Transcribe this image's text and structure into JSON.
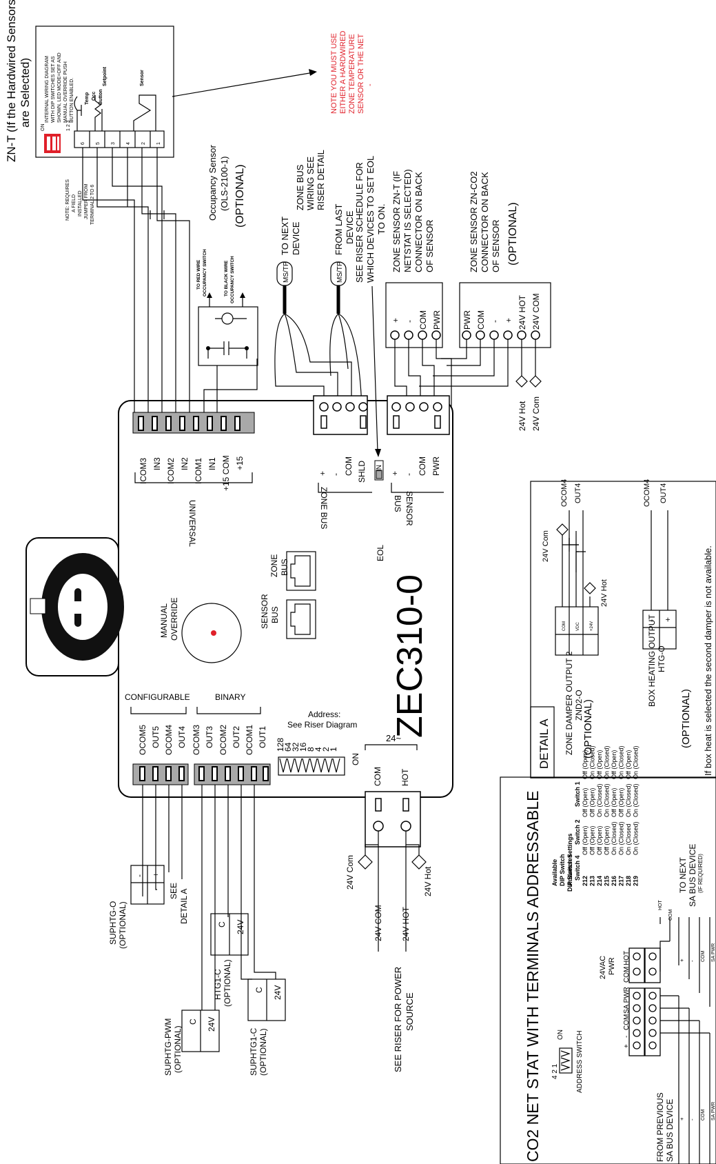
{
  "colors": {
    "note_red": "#e0202a",
    "terminal_gray": "#a9a9a9",
    "dip_red": "#e0202a"
  },
  "texts": {
    "znt_title": "ZN-T (If the Hardwired Sensors",
    "znt_title2": "are Selected)",
    "znt_int1": "INTERNAL WIRING DIAGRAM",
    "znt_int2": "WITH DIP SWITCHES SET AS",
    "znt_int3": "SHOWN, LED MODE=OFF AND",
    "znt_int4": "MANUAL OVERRIDE PUSH",
    "znt_int5": "BUTTON ENABLED.",
    "temp_occ": "Temp",
    "temp_occ2": "Occ",
    "button": "Button",
    "setpoint": "Setpoint",
    "sensor": "Sensor",
    "dip_on": "ON",
    "dip_nums": "1 2 3",
    "znt_terms": [
      "6",
      "5",
      "3",
      "4",
      "2",
      "1"
    ],
    "jumper1": "NOTE: REQUIRES",
    "jumper2": "A FIELD",
    "jumper3": "INSTALLED",
    "jumper4": "JUMPER FROM",
    "jumper5": "TERMINAL 2 TO 6",
    "note1": "NOTE YOU MUST USE",
    "note2": "EITHER A HARDWIRED",
    "note3": "ZONE TEMPERATURE",
    "note4": "SENSOR OR THE NET",
    "note5": "-",
    "occ1": "Occupancy Sensor",
    "occ2": "(OLS-2100-1)",
    "occ3": "(OPTIONAL)",
    "red_wire": "TO RED WIRE",
    "red_wire2": "OCCUPANCY SWITCH",
    "black_wire": "TO BLACK WIRE",
    "black_wire2": "OCCUPANCY SWITCH",
    "mstp": "MS/TP",
    "to_next": "TO NEXT",
    "device": "DEVICE",
    "from_last": "FROM LAST",
    "zonebus1": "ZONE BUS",
    "zonebus2": "WIRING SEE",
    "zonebus3": "RISER DETAIL",
    "eol1": "SEE RISER SCHEDULE FOR",
    "eol2": "WHICH DEVICES TO SET EOL",
    "eol3": "TO ON.",
    "zs1": "ZONE SENSOR ZN-T (IF",
    "zs2": "NETSTAT IS SELECTED)",
    "zs3": "CONNECTOR ON BACK",
    "zs4": "OF SENSOR",
    "zc1": "ZONE SENSOR ZN-CO2",
    "zc2": "CONNECTOR ON BACK",
    "zc3": "OF SENSOR",
    "zc4": "(OPTIONAL)",
    "zs_terms": [
      "+",
      "-",
      "COM",
      "PWR"
    ],
    "zc_terms": [
      "PWR",
      "COM",
      "-",
      "+",
      "24V HOT",
      "24V COM"
    ],
    "v24hot": "24V Hot",
    "v24com": "24V Com",
    "universal": "UNIVERSAL",
    "univ_terms": [
      "ICOM3",
      "IN3",
      "ICOM2",
      "IN2",
      "ICOM1",
      "IN1",
      "+15 COM",
      "+15"
    ],
    "zonebus_terms": [
      "+",
      "-",
      "COM",
      "SHLD",
      "IN"
    ],
    "zone_bus_label": "ZONE BUS",
    "sensor_terms": [
      "+",
      "-",
      "COM",
      "PWR"
    ],
    "sensor_bus_label": "SENSOR",
    "sensor_bus_label2": "BUS",
    "eol": "EOL",
    "zonebus_jack": "ZONE",
    "zonebus_jack2": "BUS",
    "sensorbus_jack": "SENSOR",
    "sensorbus_jack2": "BUS",
    "manual": "MANUAL",
    "override": "OVERRIDE",
    "model": "ZEC310-0",
    "configurable": "CONFIGURABLE",
    "binary": "BINARY",
    "out_terms": [
      "OCOM5",
      "OUT5",
      "OCOM4",
      "OUT4",
      "OCOM3",
      "OUT3",
      "OCOM2",
      "OUT2",
      "OCOM1",
      "OUT1"
    ],
    "address": "Address:",
    "address2": "See Riser Diagram",
    "addr_vals": [
      "128",
      "64",
      "32",
      "16",
      "8",
      "4",
      "2",
      "1"
    ],
    "addr_on": "ON",
    "v24": "24~",
    "pwr_com": "COM",
    "pwr_hot": "HOT",
    "v24com_label": "24V COM",
    "v24hot_label": "24V HOT",
    "see_riser": "SEE RISER FOR POWER",
    "source": "SOURCE",
    "suphtg_o": "SUPHTG-O",
    "suphtg_o2": "(OPTIONAL)",
    "see_detail": "SEE",
    "see_detail2": "DETAIL A",
    "suphtg_pwm": "SUPHTG-PWM",
    "suphtg_pwm2": "(OPTIONAL)",
    "htg1c": "HTG1-C",
    "htg1c2": "(OPTIONAL)",
    "suphtg1c": "SUPHTG1-C",
    "suphtg1c2": "(OPTIONAL)",
    "c": "C",
    "v24short": "24V",
    "minus": "-",
    "plus": "+",
    "co2_title": "CO2 NET STAT WITH TERMINALS ADDRESSABLE",
    "addr_switch": "ADDRESS SWITCH",
    "addr_421": "4 2 1",
    "from_prev": "FROM PREVIOUS",
    "from_prev2": "SA BUS DEVICE",
    "to_next_sa": "TO NEXT",
    "to_next_sa2": "SA BUS DEVICE",
    "if_required": "(IF REQUIRED)",
    "sa_pwr": "SA PWR",
    "com": "COM",
    "v24ac": "24VAC",
    "pwr": "PWR",
    "hot": "HOT",
    "table_h1": "Available",
    "table_h2": "DIP Switch",
    "table_h3": "Addresses",
    "table_h4": "DIP Switch Settings",
    "table_s4": "Switch 4",
    "table_s2": "Switch 2",
    "table_s1": "Switch 1",
    "table_rows": [
      [
        "212",
        "Off (Open)",
        "Off (Open)",
        "Off (Open)"
      ],
      [
        "213",
        "Off (Open)",
        "Off (Open)",
        "On (Closed)"
      ],
      [
        "214",
        "Off (Open)",
        "On (Closed)",
        "Off (Open)"
      ],
      [
        "215",
        "Off (Open)",
        "On (Closed)",
        "On (Closed)"
      ],
      [
        "216",
        "On (Closed)",
        "Off (Open)",
        "Off (Open)"
      ],
      [
        "217",
        "On (Closed)",
        "Off (Open)",
        "On (Closed)"
      ],
      [
        "218",
        "On (Closed",
        "On (Closed)",
        "Off (Open)"
      ],
      [
        "219",
        "On (Closed)",
        "On (Closed)",
        "On (Closed)"
      ]
    ],
    "detail_a": "DETAIL A",
    "zone_damper": "ZONE DAMPER OUTPUT 2",
    "zone_damper2": "ZND2-O",
    "optional": "(OPTIONAL)",
    "box_heat": "BOX HEATING OUTPUT",
    "box_heat2": "HTG-O",
    "ocom4": "OCOM4",
    "out4": "OUT4",
    "damper_terms": [
      "COM",
      "VDC",
      "+24V"
    ],
    "box_heat_note": "If box heat is selected the second damper is not available."
  }
}
